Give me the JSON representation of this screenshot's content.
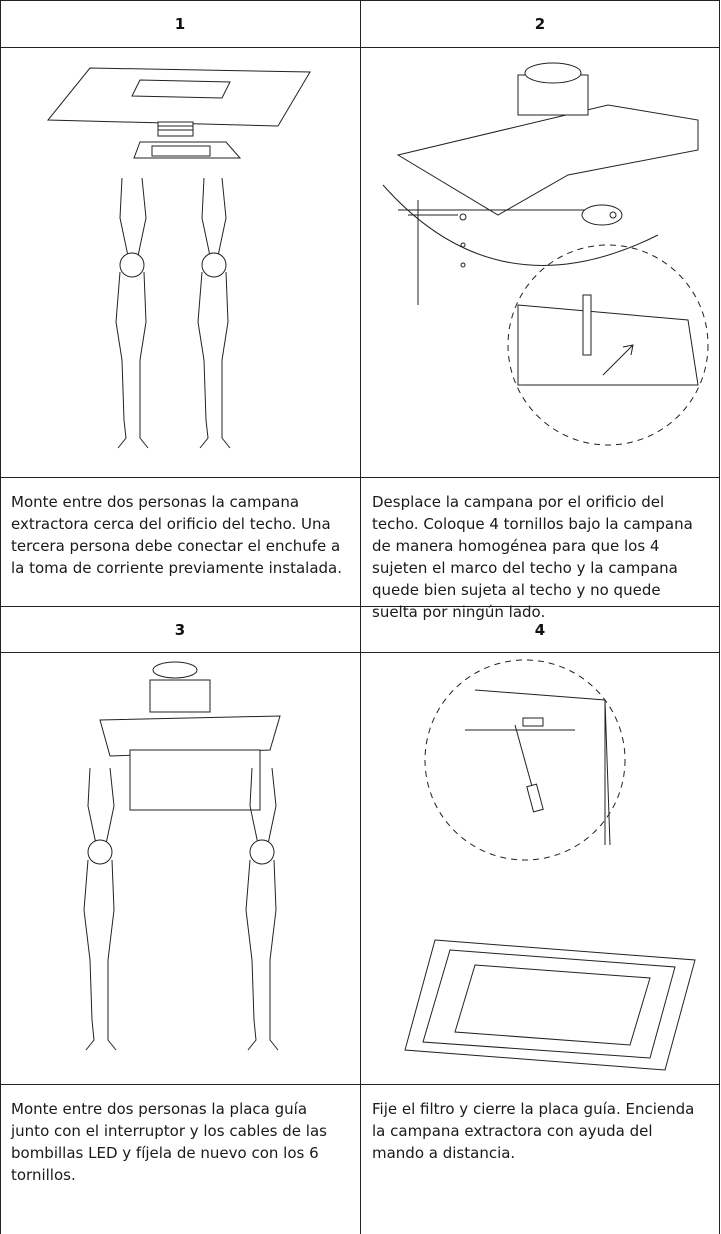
{
  "steps": [
    {
      "number": "1",
      "text": "Monte entre dos personas la campana extractora cerca del orificio del techo. Una tercera persona debe conectar el enchufe a la toma de corriente previamente instalada."
    },
    {
      "number": "2",
      "text": "Desplace la campana por el orificio del techo. Coloque 4 tornillos bajo la campana de manera homogénea para que los 4 sujeten el marco del techo y la campana quede bien sujeta al techo y no quede suelta por ningún lado."
    },
    {
      "number": "3",
      "text": "Monte entre dos personas la placa guía junto con el interruptor y los cables de las bombillas LED y fíjela de nuevo con los 6 tornillos."
    },
    {
      "number": "4",
      "text": "Fije el filtro y cierre la placa guía. Encienda la campana extractora con ayuda del mando a distancia."
    }
  ]
}
